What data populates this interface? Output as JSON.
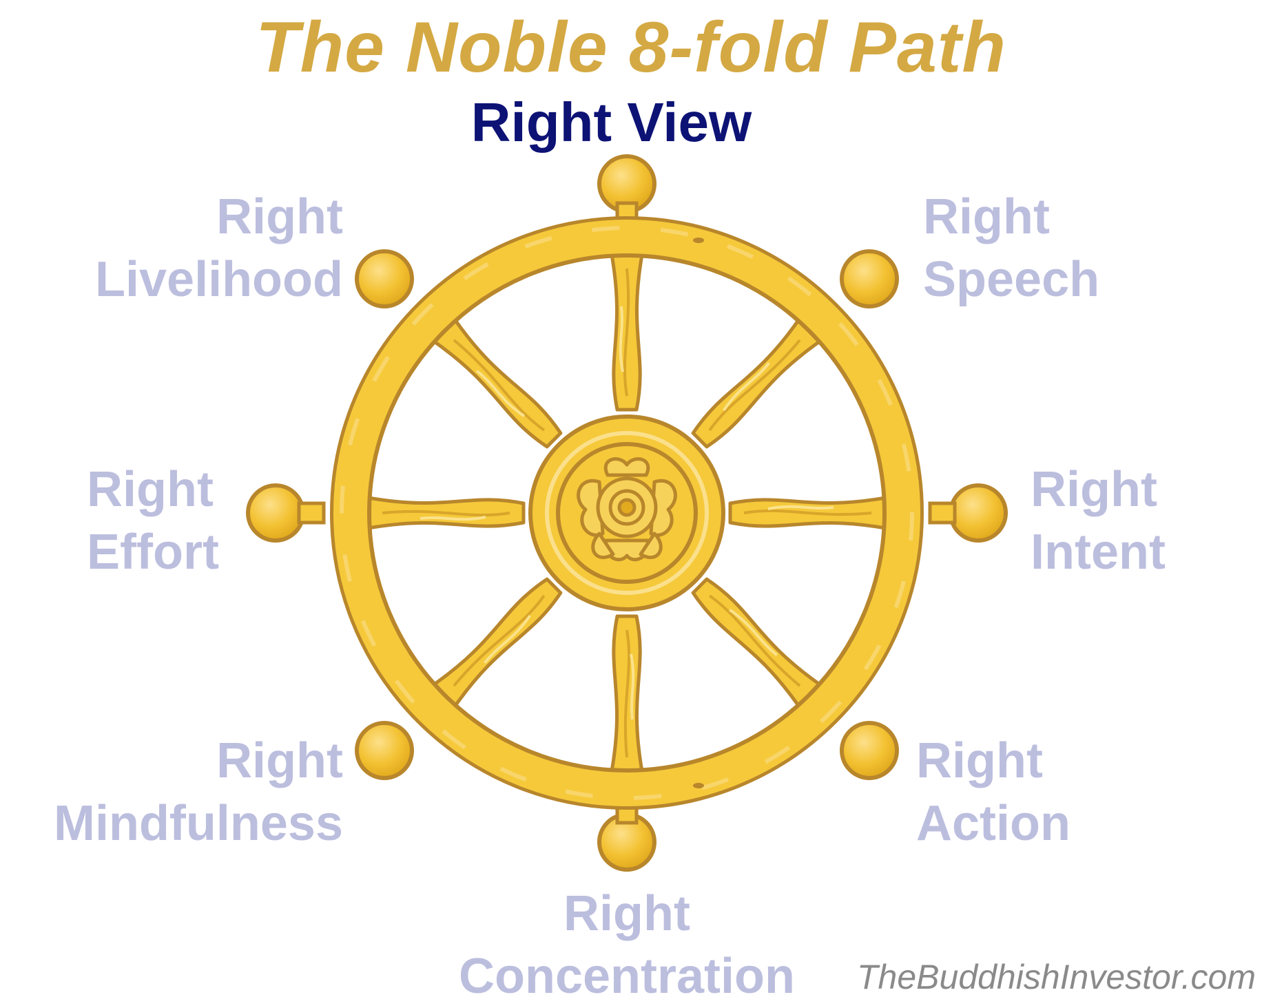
{
  "title": "The Noble 8-fold Path",
  "subtitle": "Right View",
  "paths": {
    "livelihood": {
      "line1": "Right",
      "line2": "Livelihood"
    },
    "speech": {
      "line1": "Right",
      "line2": "Speech"
    },
    "effort": {
      "line1": "Right",
      "line2": "Effort"
    },
    "intent": {
      "line1": "Right",
      "line2": "Intent"
    },
    "mindfulness": {
      "line1": "Right",
      "line2": "Mindfulness"
    },
    "action": {
      "line1": "Right",
      "line2": "Action"
    },
    "concentration": {
      "line1": "Right",
      "line2": "Concentration"
    }
  },
  "credit": "TheBuddhishInvestor.com",
  "colors": {
    "title": "#d4a943",
    "subtitle": "#0d1275",
    "path_labels": "#bcbede",
    "wheel_gold": "#f5c93a",
    "wheel_outline": "#b8862b",
    "credit": "#8a8a8a"
  },
  "icons": {
    "wheel": "dharma-wheel-icon",
    "hub": "lotus-flower-icon"
  }
}
